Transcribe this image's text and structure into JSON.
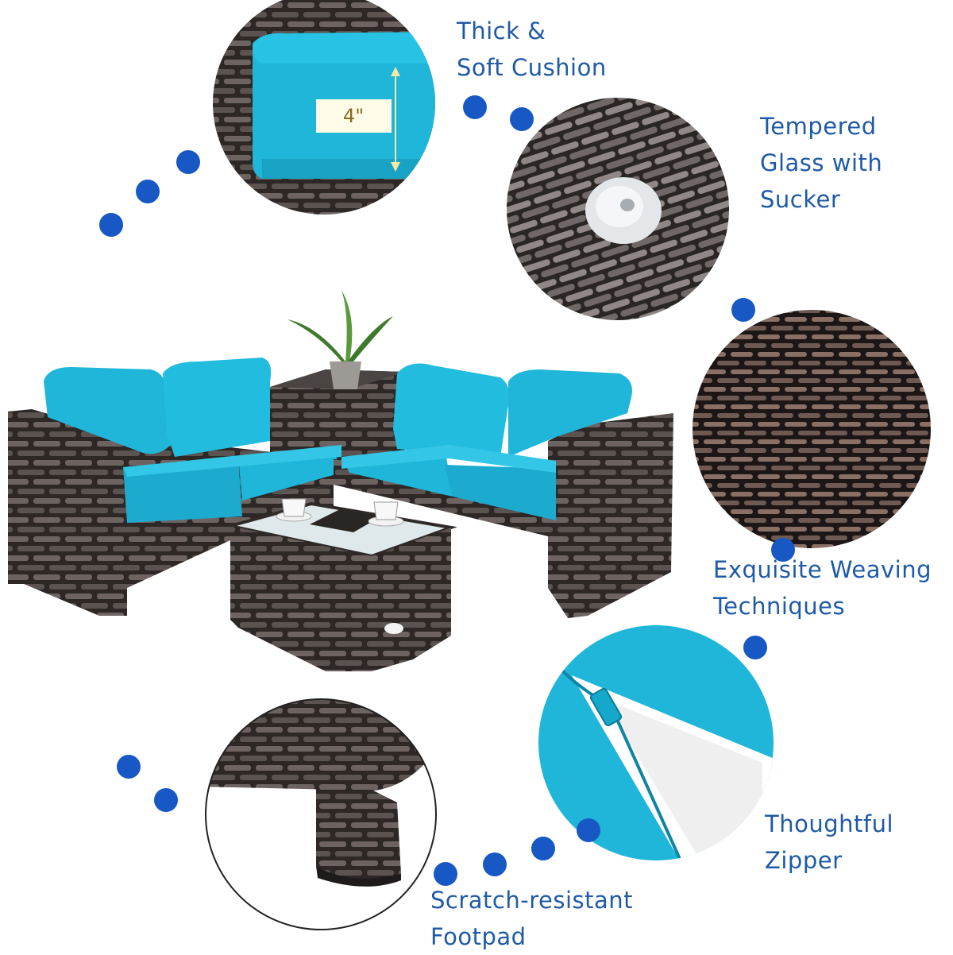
{
  "features": {
    "cushion": "Thick &\nSoft Cushion",
    "glass": "Tempered\nGlass with\nSucker",
    "weaving": "Exquisite Weaving\nTechniques",
    "zipper": "Thoughtful\nZipper",
    "footpad": "Scratch-resistant\nFootpad"
  },
  "cushion_size": "4\"",
  "colors": {
    "accent_dot": "#1758c4",
    "label_text": "#1f5aa6",
    "cushion": "#1fb6d9",
    "rattan": "#3b3634"
  }
}
